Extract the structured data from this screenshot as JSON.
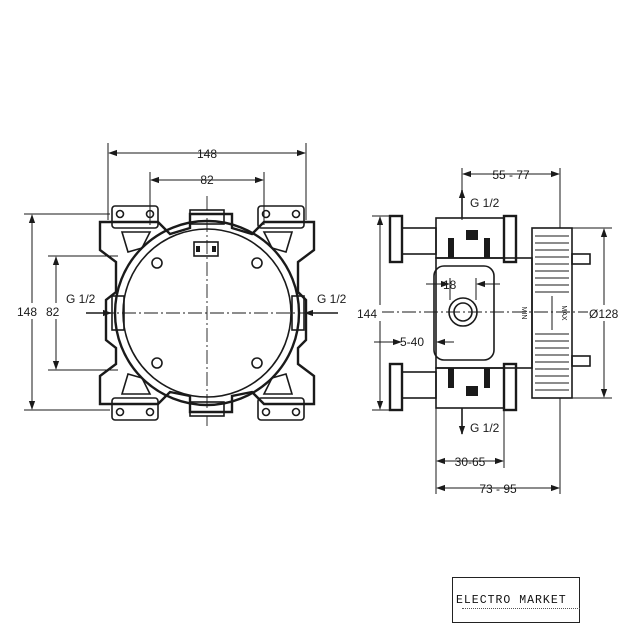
{
  "front_view": {
    "dim_width_outer": "148",
    "dim_width_inner": "82",
    "dim_height_outer": "148",
    "dim_height_inner": "82",
    "inlet_left": "G 1/2",
    "inlet_right": "G 1/2"
  },
  "side_view": {
    "dim_depth_top": "55 - 77",
    "outlet_top": "G 1/2",
    "outlet_bottom": "G 1/2",
    "dim_height": "144",
    "dim_port": "18",
    "dim_offset": "5-40",
    "dim_diameter": "Ø128",
    "mark_min": "MIN",
    "mark_max": "MAX",
    "dim_depth_inner": "30-65",
    "dim_depth_outer": "73 - 95"
  },
  "watermark": {
    "brand": "ELECTRO MARKET"
  }
}
